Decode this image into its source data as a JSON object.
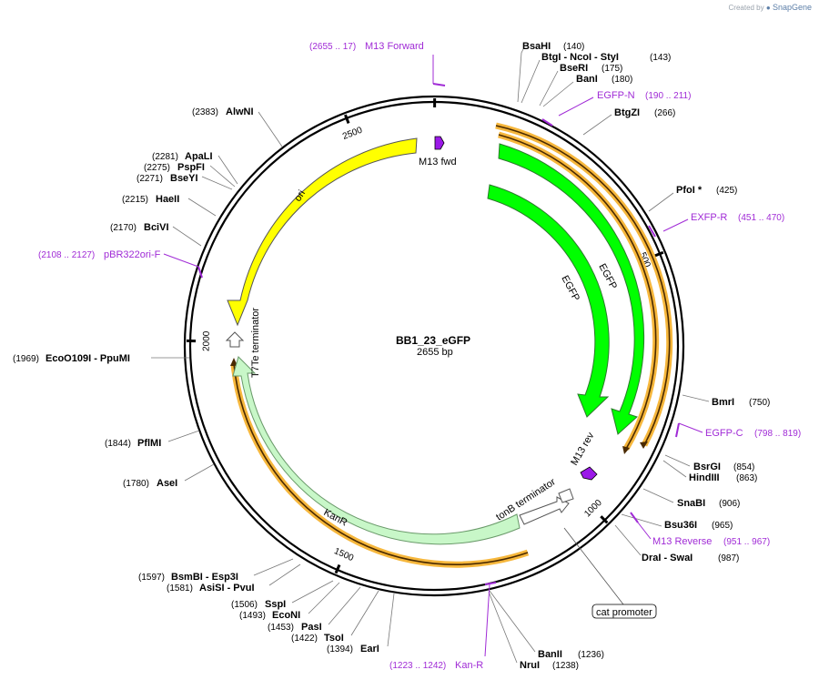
{
  "credit": {
    "prefix": "Created by",
    "brand": "SnapGene"
  },
  "plasmid": {
    "name": "BB1_23_eGFP",
    "length_label": "2655 bp",
    "length": 2655
  },
  "ticks": [
    {
      "pos": 1,
      "label": ""
    },
    {
      "pos": 500,
      "label": "500"
    },
    {
      "pos": 1000,
      "label": "1000"
    },
    {
      "pos": 1500,
      "label": "1500"
    },
    {
      "pos": 2000,
      "label": "2000"
    },
    {
      "pos": 2500,
      "label": "2500"
    }
  ],
  "features": [
    {
      "name": "ori",
      "color": "#ffff00"
    },
    {
      "name": "EGFP",
      "color": "#00ff00"
    },
    {
      "name": "EGFP",
      "color": "#00ff00"
    },
    {
      "name": "KanR",
      "color": "#c8f7c8"
    },
    {
      "name": "M13 fwd",
      "color": "#9b19e8"
    },
    {
      "name": "M13 rev",
      "color": "#9b19e8"
    },
    {
      "name": "T7Te terminator",
      "color": "#ffffff"
    },
    {
      "name": "tonB terminator",
      "color": "#ffffff"
    },
    {
      "name": "cat promoter",
      "color": "#ffffff"
    }
  ],
  "sites": [
    {
      "name": "BsaHI",
      "pos": "(140)"
    },
    {
      "name": "BtgI - NcoI - StyI",
      "pos": "(143)"
    },
    {
      "name": "BseRI",
      "pos": "(175)"
    },
    {
      "name": "BanI",
      "pos": "(180)"
    },
    {
      "name": "BtgZI",
      "pos": "(266)"
    },
    {
      "name": "PfoI *",
      "pos": "(425)"
    },
    {
      "name": "BmrI",
      "pos": "(750)"
    },
    {
      "name": "BsrGI",
      "pos": "(854)"
    },
    {
      "name": "HindIII",
      "pos": "(863)"
    },
    {
      "name": "SnaBI",
      "pos": "(906)"
    },
    {
      "name": "Bsu36I",
      "pos": "(965)"
    },
    {
      "name": "DraI - SwaI",
      "pos": "(987)"
    },
    {
      "name": "BanII",
      "pos": "(1236)"
    },
    {
      "name": "NruI",
      "pos": "(1238)"
    },
    {
      "name": "EarI",
      "pos": "(1394)"
    },
    {
      "name": "TsoI",
      "pos": "(1422)"
    },
    {
      "name": "PasI",
      "pos": "(1453)"
    },
    {
      "name": "EcoNI",
      "pos": "(1493)"
    },
    {
      "name": "SspI",
      "pos": "(1506)"
    },
    {
      "name": "AsiSI - PvuI",
      "pos": "(1581)"
    },
    {
      "name": "BsmBI - Esp3I",
      "pos": "(1597)"
    },
    {
      "name": "AseI",
      "pos": "(1780)"
    },
    {
      "name": "PflMI",
      "pos": "(1844)"
    },
    {
      "name": "EcoO109I - PpuMI",
      "pos": "(1969)"
    },
    {
      "name": "BciVI",
      "pos": "(2170)"
    },
    {
      "name": "HaeII",
      "pos": "(2215)"
    },
    {
      "name": "BseYI",
      "pos": "(2271)"
    },
    {
      "name": "PspFI",
      "pos": "(2275)"
    },
    {
      "name": "ApaLI",
      "pos": "(2281)"
    },
    {
      "name": "AlwNI",
      "pos": "(2383)"
    }
  ],
  "primers": [
    {
      "name": "M13 Forward",
      "range": "(2655 .. 17)"
    },
    {
      "name": "EGFP-N",
      "range": "(190 .. 211)"
    },
    {
      "name": "EXFP-R",
      "range": "(451 .. 470)"
    },
    {
      "name": "EGFP-C",
      "range": "(798 .. 819)"
    },
    {
      "name": "M13 Reverse",
      "range": "(951 .. 967)"
    },
    {
      "name": "Kan-R",
      "range": "(1223 .. 1242)"
    },
    {
      "name": "pBR322ori-F",
      "range": "(2108 .. 2127)"
    }
  ]
}
